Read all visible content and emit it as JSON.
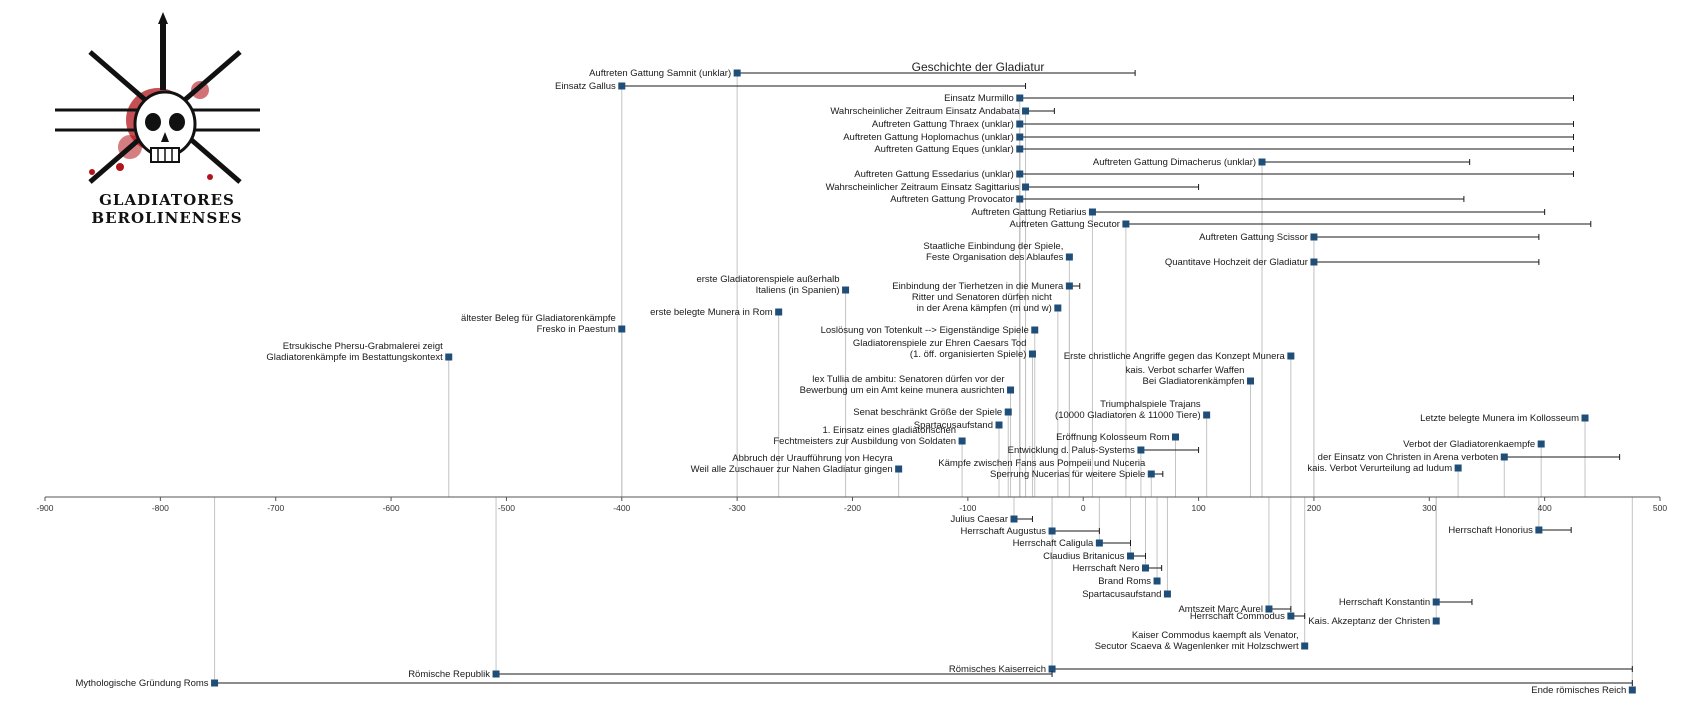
{
  "title": "Geschichte der Gladiatur",
  "logo": {
    "line1": "GLADIATORES",
    "line2": "BEROLINENSES",
    "icon": "skull-crossed-weapons-icon",
    "accent": "#b3141c"
  },
  "colors": {
    "marker": "#1f4e79",
    "vline": "#c4c4c4",
    "line": "#1a1a1a"
  },
  "axis": {
    "min": -900,
    "max": 500,
    "step": 100,
    "ticks": [
      "-900",
      "-800",
      "-700",
      "-600",
      "-500",
      "-400",
      "-300",
      "-200",
      "-100",
      "0",
      "100",
      "200",
      "300",
      "400",
      "500"
    ]
  },
  "events": [
    {
      "label": [
        "Auftreten Gattung Samnit (unklar)"
      ],
      "start": -300,
      "end": 45,
      "row": 0
    },
    {
      "label": [
        "Einsatz Gallus"
      ],
      "start": -400,
      "end": -50,
      "row": 1
    },
    {
      "label": [
        "Einsatz Murmillo"
      ],
      "start": -55,
      "end": 425,
      "row": 2
    },
    {
      "label": [
        "Wahrscheinlicher Zeitraum Einsatz Andabata"
      ],
      "start": -50,
      "end": -25,
      "row": 3
    },
    {
      "label": [
        "Auftreten Gattung Thraex (unklar)"
      ],
      "start": -55,
      "end": 425,
      "row": 4
    },
    {
      "label": [
        "Auftreten Gattung Hoplomachus (unklar)"
      ],
      "start": -55,
      "end": 425,
      "row": 5
    },
    {
      "label": [
        "Auftreten Gattung Eques (unklar)"
      ],
      "start": -55,
      "end": 425,
      "row": 6
    },
    {
      "label": [
        "Auftreten Gattung Dimacherus (unklar)"
      ],
      "start": 155,
      "end": 335,
      "row": 7
    },
    {
      "label": [
        "Auftreten Gattung Essedarius (unklar)"
      ],
      "start": -55,
      "end": 425,
      "row": 8
    },
    {
      "label": [
        "Wahrscheinlicher Zeitraum Einsatz Sagittarius"
      ],
      "start": -50,
      "end": 100,
      "row": 9
    },
    {
      "label": [
        "Auftreten Gattung Provocator"
      ],
      "start": -55,
      "end": 330,
      "row": 10
    },
    {
      "label": [
        "Auftreten Gattung Retiarius"
      ],
      "start": 8,
      "end": 400,
      "row": 11
    },
    {
      "label": [
        "Auftreten Gattung Secutor"
      ],
      "start": 37,
      "end": 440,
      "row": 12
    },
    {
      "label": [
        "Auftreten Gattung Scissor"
      ],
      "start": 200,
      "end": 395,
      "row": 13
    },
    {
      "label": [
        "Staatliche Einbindung der Spiele,",
        "Feste Organisation des Ablaufes"
      ],
      "start": -12,
      "end": null,
      "row": 14
    },
    {
      "label": [
        "Quantitave Hochzeit der Gladiatur"
      ],
      "start": 200,
      "end": 395,
      "row": 15
    },
    {
      "label": [
        "erste Gladiatorenspiele außerhalb",
        "Italiens (in Spanien)"
      ],
      "start": -206,
      "end": null,
      "row": 16
    },
    {
      "label": [
        "Einbindung der Tierhetzen in die Munera"
      ],
      "start": -12,
      "end": -3,
      "row": 17
    },
    {
      "label": [
        "Ritter und Senatoren dürfen nicht",
        "in der Arena kämpfen (m und w)"
      ],
      "start": -22,
      "end": null,
      "row": 18
    },
    {
      "label": [
        "erste belegte Munera in Rom"
      ],
      "start": -264,
      "end": null,
      "row": 19
    },
    {
      "label": [
        "ältester Beleg für Gladiatorenkämpfe",
        "Fresko in Paestum"
      ],
      "start": -400,
      "end": null,
      "row": 20
    },
    {
      "label": [
        "Loslösung von Totenkult --> Eigenständige Spiele"
      ],
      "start": -42,
      "end": null,
      "row": 21
    },
    {
      "label": [
        "Etrsukische Phersu-Grabmalerei zeigt",
        "Gladiatorenkämpfe im Bestattungskontext"
      ],
      "start": -550,
      "end": null,
      "row": 22
    },
    {
      "label": [
        "Gladiatorenspiele zur Ehren Caesars Tod",
        "(1. öff. organisierten Spiele)"
      ],
      "start": -44,
      "end": null,
      "row": 23
    },
    {
      "label": [
        "Erste christliche Angriffe gegen das Konzept Munera"
      ],
      "start": 180,
      "end": null,
      "row": 24
    },
    {
      "label": [
        "kais. Verbot scharfer Waffen",
        "Bei Gladiatorenkämpfen"
      ],
      "start": 145,
      "end": null,
      "row": 25
    },
    {
      "label": [
        "lex Tullia de ambitu: Senatoren dürfen vor der",
        "Bewerbung um ein Amt keine munera ausrichten"
      ],
      "start": -63,
      "end": null,
      "row": 26
    },
    {
      "label": [
        "Senat beschränkt Größe der Spiele"
      ],
      "start": -65,
      "end": null,
      "row": 27
    },
    {
      "label": [
        "Triumphalspiele Trajans",
        "(10000 Gladiatoren & 11000 Tiere)"
      ],
      "start": 107,
      "end": null,
      "row": 28
    },
    {
      "label": [
        "Letzte belegte Munera im Kollosseum"
      ],
      "start": 435,
      "end": null,
      "row": 29
    },
    {
      "label": [
        "Spartacusaufstand"
      ],
      "start": -73,
      "end": null,
      "row": 30
    },
    {
      "label": [
        "Eröffnung Kolosseum Rom"
      ],
      "start": 80,
      "end": null,
      "row": 31
    },
    {
      "label": [
        "1. Einsatz eines gladiatorischen",
        "Fechtmeisters zur Ausbildung von Soldaten"
      ],
      "start": -105,
      "end": null,
      "row": 32
    },
    {
      "label": [
        "Entwicklung d. Palus-Systems"
      ],
      "start": 50,
      "end": 100,
      "row": 33
    },
    {
      "label": [
        "Verbot der Gladiatorenkaempfe"
      ],
      "start": 397,
      "end": null,
      "row": 34
    },
    {
      "label": [
        "der Einsatz von Christen in Arena verboten"
      ],
      "start": 365,
      "end": 465,
      "row": 35
    },
    {
      "label": [
        "Abbruch der Uraufführung von Hecyra",
        "Weil alle Zuschauer zur Nahen Gladiatur gingen"
      ],
      "start": -160,
      "end": null,
      "row": 36
    },
    {
      "label": [
        "kais. Verbot Verurteilung ad ludum"
      ],
      "start": 325,
      "end": null,
      "row": 37
    },
    {
      "label": [
        "Kämpfe zwischen Fans aus Pompeii und Nuceria",
        "Sperrung Nucerias für weitere Spiele"
      ],
      "start": 59,
      "end": 69,
      "row": 38
    },
    {
      "label": [
        "Julius Caesar"
      ],
      "start": -60,
      "end": -44,
      "row": 39
    },
    {
      "label": [
        "Herrschaft Augustus"
      ],
      "start": -27,
      "end": 14,
      "row": 40
    },
    {
      "label": [
        "Herrschaft Caligula"
      ],
      "start": 14,
      "end": 41,
      "row": 41
    },
    {
      "label": [
        "Herrschaft Honorius"
      ],
      "start": 395,
      "end": 423,
      "row": 42
    },
    {
      "label": [
        "Claudius Britanicus"
      ],
      "start": 41,
      "end": 54,
      "row": 43
    },
    {
      "label": [
        "Herrschaft Nero"
      ],
      "start": 54,
      "end": 68,
      "row": 44
    },
    {
      "label": [
        "Brand Roms"
      ],
      "start": 64,
      "end": null,
      "row": 45
    },
    {
      "label": [
        "Spartacusaufstand"
      ],
      "start": 73,
      "end": null,
      "row": 46
    },
    {
      "label": [
        "Herrschaft Konstantin"
      ],
      "start": 306,
      "end": 337,
      "row": 47
    },
    {
      "label": [
        "Amtszeit Marc Aurel"
      ],
      "start": 161,
      "end": 180,
      "row": 48
    },
    {
      "label": [
        "Herrschaft Commodus"
      ],
      "start": 180,
      "end": 192,
      "row": 49
    },
    {
      "label": [
        "Kais. Akzeptanz der Christen"
      ],
      "start": 306,
      "end": null,
      "row": 50
    },
    {
      "label": [
        "Kaiser Commodus kaempft als Venator,",
        "Secutor Scaeva & Wagenlenker mit Holzschwert"
      ],
      "start": 192,
      "end": null,
      "row": 51
    },
    {
      "label": [
        "Römisches Kaiserreich"
      ],
      "start": -27,
      "end": 476,
      "row": 52
    },
    {
      "label": [
        "Römische Republik"
      ],
      "start": -509,
      "end": -27,
      "row": 53
    },
    {
      "label": [
        "Mythologische Gründung Roms"
      ],
      "start": -753,
      "end": 476,
      "row": 54
    },
    {
      "label": [
        "Ende römisches Reich"
      ],
      "start": 476,
      "end": null,
      "row": 55
    }
  ]
}
